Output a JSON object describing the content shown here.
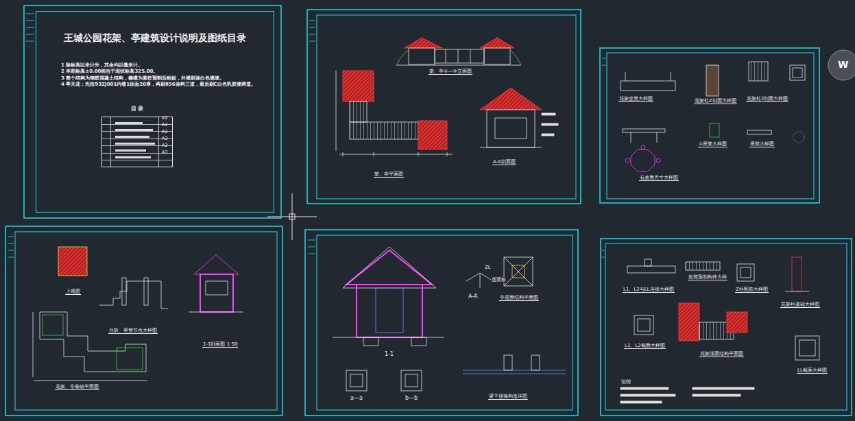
{
  "diagram": {
    "nodes": [
      {
        "text": [
          "王城公园花架、亭建筑设计说明及图纸目录",
          "1  除标高以米计外，其余均以毫米计。",
          "2  本图标高±0.00相当于现状标高325.00。",
          "3  整个结构为钢筋混凝土结构，檐檩为素砼预制后粘贴，外墙刷涂白色墙漆。",
          "4  亭天花：先按93ZJ001内墙1抹面20厚，再刷856涂料三道，最后刷C白色乳胶漆两道。"
        ]
      },
      {
        "text": [
          "目 录"
        ],
        "in": 0
      }
    ],
    "labels": [
      "架、亭①—⑩立面图",
      "架、亭平面图",
      "A-A剖面图",
      "花架坐凳大样图",
      "花架柱Z剖面大样图",
      "花架柱2剖面大样图",
      "石桌凳尺寸大样图",
      "①座凳大样图",
      "座凳大样图",
      "上视图",
      "台阶、座凳节点大样图",
      "1-1剖面图 1:50",
      "花架、亭基础平面图",
      "1-1",
      "A-A",
      "ZL",
      "屋面板",
      "亭屋面结构平面图",
      "a—a",
      "b—b",
      "梁下挂落构造详图",
      "L1、L2与LL连接大样图",
      "坐凳预制构件大样",
      "Z柱配筋大样图",
      "花架柱基础大样图",
      "L1、L2截面大样图",
      "花架顶面结构平面图",
      "LL截面大样图",
      "说明",
      "A2",
      "A2",
      "A2",
      "A2",
      "A2",
      "A2",
      "W"
    ]
  }
}
